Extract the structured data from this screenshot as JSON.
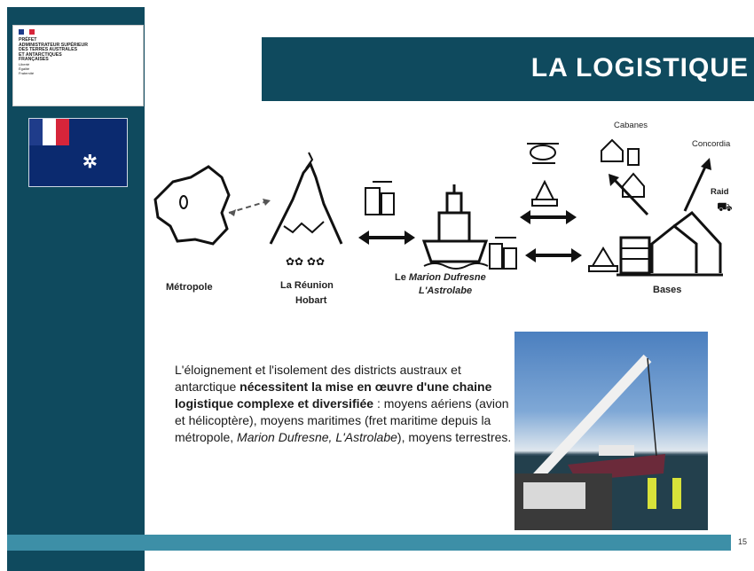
{
  "logo": {
    "lines": [
      "PRÉFET",
      "ADMINISTRATEUR SUPÉRIEUR",
      "DES TERRES AUSTRALES",
      "ET ANTARCTIQUES",
      "FRANÇAISES"
    ],
    "motto": [
      "Liberté",
      "Égalité",
      "Fraternité"
    ]
  },
  "slide": {
    "title": "LA LOGISTIQUE",
    "page_number": "15"
  },
  "diagram": {
    "metropole": "Métropole",
    "reunion_line1": "La Réunion",
    "reunion_line2": "Hobart",
    "ship_prefix": "Le ",
    "ship_name": "Marion Dufresne",
    "ship_line2": "L'Astrolabe",
    "bases": "Bases",
    "cabanes": "Cabanes",
    "concordia": "Concordia",
    "raid": "Raid"
  },
  "text": {
    "p1": "L'éloignement et l'isolement des districts austraux et antarctique ",
    "p1_bold": "nécessitent la mise en œuvre d'une chaine logistique complexe et diversifiée",
    "p2": " : moyens aériens (avion et hélicoptère), moyens maritimes (fret maritime depuis la métropole, ",
    "p2_italic": "Marion Dufresne, L'Astrolabe",
    "p3": "), moyens terrestres."
  },
  "colors": {
    "primary": "#0f4a5e",
    "bar": "#3d8fa7"
  }
}
